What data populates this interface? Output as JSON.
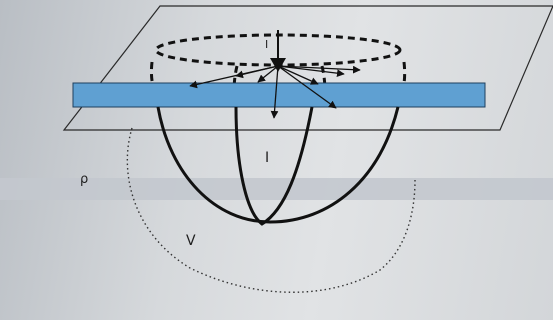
{
  "labels": {
    "current_top": "I",
    "current_mid": "I",
    "resistivity": "ρ",
    "voltage": "V"
  },
  "colors": {
    "plate": "#5fa0d2",
    "ink": "#111111"
  }
}
